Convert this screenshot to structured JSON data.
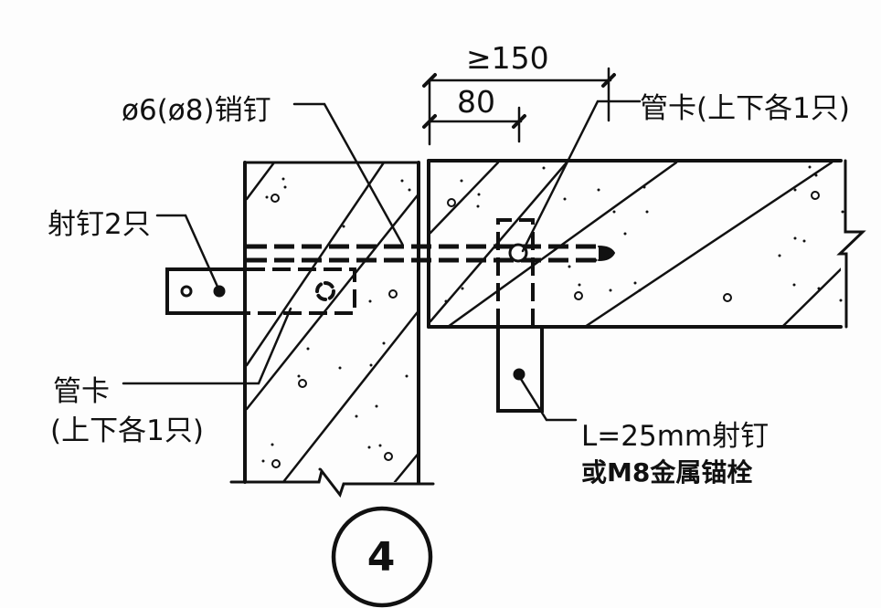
{
  "diagram": {
    "type": "construction-detail",
    "detail_number": "4",
    "labels": {
      "pin_nail": "ø6(ø8)销钉",
      "shot_nails": "射钉2只",
      "pipe_clamp_left_line1": "管卡",
      "pipe_clamp_left_line2": "(上下各1只)",
      "pipe_clamp_right": "管卡(上下各1只)",
      "anchor_line1": "L=25mm射钉",
      "anchor_line2": "或M8金属锚栓"
    },
    "dimensions": {
      "outer": "≥150",
      "inner": "80"
    },
    "colors": {
      "line": "#111111",
      "background": "#fdfdfd"
    }
  }
}
